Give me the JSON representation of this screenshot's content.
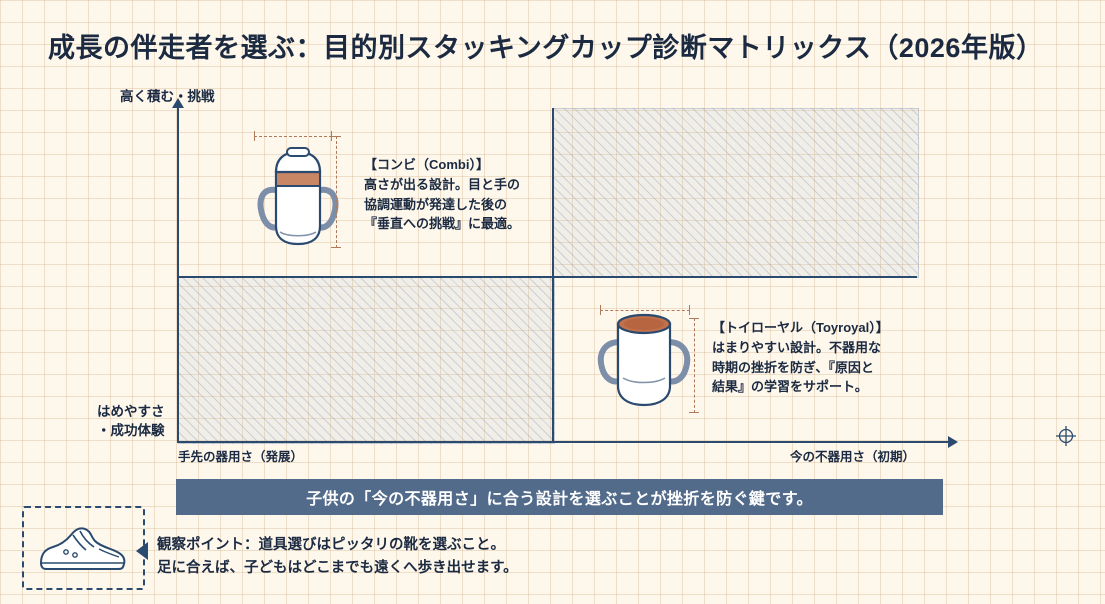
{
  "title": "成長の伴走者を選ぶ：目的別スタッキングカップ診断マトリックス（2026年版）",
  "axes": {
    "y_top_label": "高く積む・挑戦",
    "y_bottom_label_line1": "はめやすさ",
    "y_bottom_label_line2": "・成功体験",
    "x_left_label": "手先の器用さ（発展）",
    "x_right_label": "今の不器用さ（初期）"
  },
  "annotations": [
    {
      "heading": "【コンビ（Combi）】",
      "lines": [
        "高さが出る設計。目と手の",
        "協調運動が発達した後の",
        "『垂直への挑戦』に最適。"
      ],
      "product": "combi-cup"
    },
    {
      "heading": "【トイローヤル（Toyroyal）】",
      "lines": [
        "はまりやすい設計。不器用な",
        "時期の挫折を防ぎ、『原因と",
        "結果』の学習をサポート。"
      ],
      "product": "toyroyal-cup"
    }
  ],
  "banner": {
    "text": "子供の「今の不器用さ」に合う設計を選ぶことが挫折を防ぐ鍵です。"
  },
  "footer": {
    "line1": "観察ポイント：道具選びはピッタリの靴を選ぶこと。",
    "line2": "足に合えば、子どもはどこまでも遠くへ歩き出せます。"
  },
  "colors": {
    "background": "#fdf7ec",
    "ink": "#1b2a41",
    "axis": "#2b4a6f",
    "accent_banner": "#526b8a",
    "measure": "#b07a5a",
    "cup_lid": "#c0714a"
  }
}
